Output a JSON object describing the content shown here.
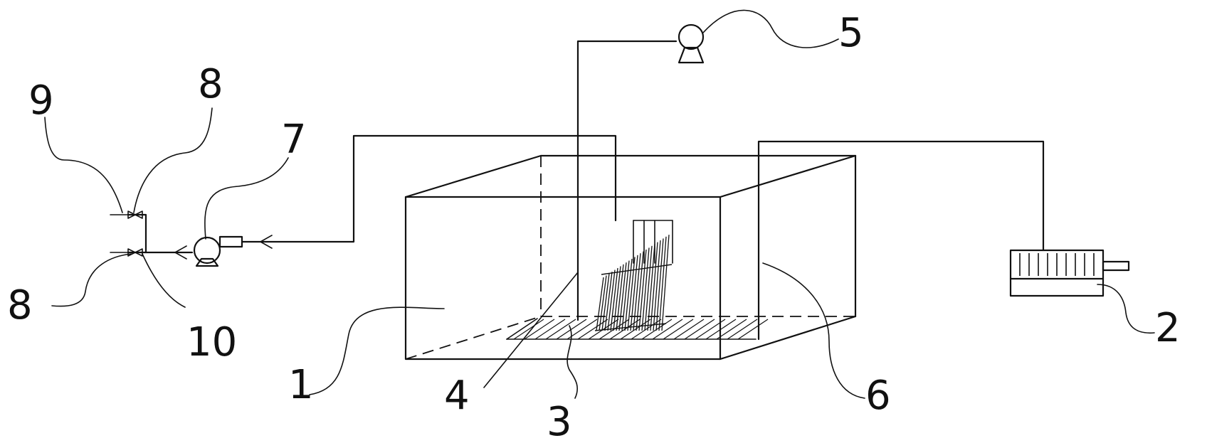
{
  "labels": {
    "l1": "1",
    "l2": "2",
    "l3": "3",
    "l4": "4",
    "l5": "5",
    "l6": "6",
    "l7": "7",
    "l8a": "8",
    "l8b": "8",
    "l9": "9",
    "l10": "10"
  },
  "icons": {
    "tank": "tank-box",
    "pump_top": "pump-icon",
    "pump_left": "pump-icon",
    "power_unit": "power-supply-icon",
    "valves": "valve-icon",
    "electrodes": "electrode-plate-icon"
  }
}
